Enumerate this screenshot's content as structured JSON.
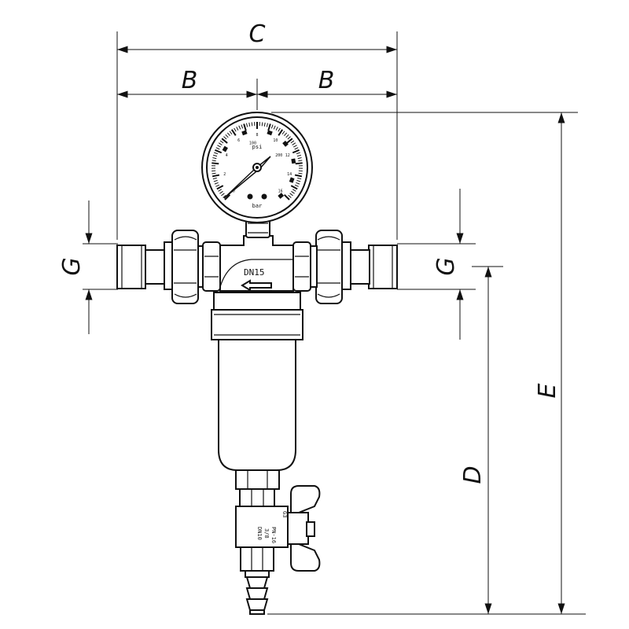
{
  "dimensions": {
    "c_label": "C",
    "b_left_label": "B",
    "b_right_label": "B",
    "g_left_label": "G",
    "g_right_label": "G",
    "e_label": "E",
    "d_label": "D"
  },
  "gauge": {
    "psi_label": "psi",
    "bar_label": "bar",
    "bar_ticks": [
      "0",
      "2",
      "4",
      "6",
      "8",
      "10",
      "12",
      "14",
      "16"
    ],
    "psi_ticks": [
      "100",
      "200"
    ]
  },
  "body": {
    "dn_label": "DN15",
    "flow_arrow_icon": "left-arrow-icon"
  },
  "valve": {
    "line1": "PN-16",
    "line2": "3/8",
    "line3": "DN10",
    "brand": "G3"
  }
}
